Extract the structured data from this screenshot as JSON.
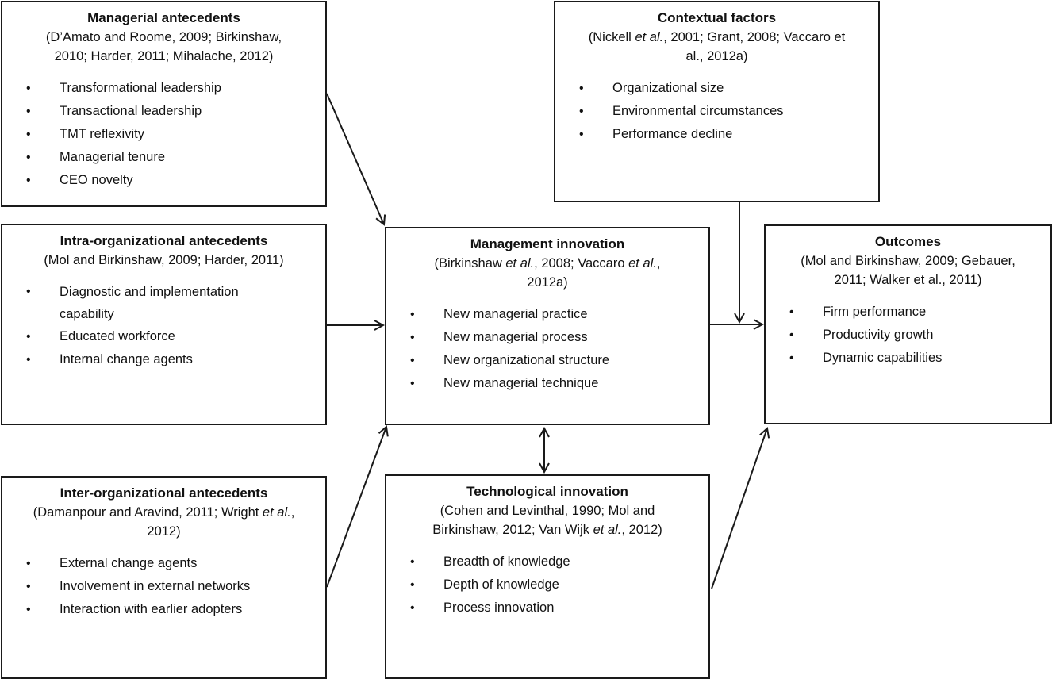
{
  "boxes": {
    "managerial": {
      "title": "Managerial antecedents",
      "cite": [
        "D’Amato and Roome, 2009; Birkinshaw,",
        "2010; Harder, 2011; Mihalache, 2012)"
      ],
      "cite_prefix": "(",
      "items": [
        "Transformational leadership",
        "Transactional leadership",
        "TMT reflexivity",
        "Managerial tenure",
        "CEO novelty"
      ]
    },
    "intra": {
      "title": "Intra-organizational antecedents",
      "cite": [
        "(Mol and Birkinshaw, 2009; Harder, 2011)"
      ],
      "items": [
        "Diagnostic and implementation capability",
        "Educated workforce",
        "Internal change agents"
      ]
    },
    "inter": {
      "title": "Inter-organizational antecedents",
      "cite_line1_pre": "(Damanpour and Aravind, 2011; Wright ",
      "cite_line1_em": "et al.",
      "cite_line1_post": ",",
      "cite_line2": "2012)",
      "items": [
        "External change agents",
        "Involvement in external networks",
        "Interaction with earlier adopters"
      ]
    },
    "management": {
      "title": "Management innovation",
      "cite_line1_pre": "(Birkinshaw ",
      "cite_line1_em1": "et al.",
      "cite_line1_mid": ", 2008; Vaccaro ",
      "cite_line1_em2": "et al.",
      "cite_line1_post": ",",
      "cite_line2": "2012a)",
      "items": [
        "New managerial practice",
        "New managerial process",
        "New organizational structure",
        "New managerial technique"
      ]
    },
    "contextual": {
      "title": "Contextual factors",
      "cite_line1_pre": "(Nickell ",
      "cite_line1_em": "et al.",
      "cite_line1_post": ", 2001; Grant, 2008; Vaccaro et",
      "cite_line2": "al., 2012a)",
      "items": [
        "Organizational size",
        "Environmental circumstances",
        "Performance decline"
      ]
    },
    "technological": {
      "title": "Technological innovation",
      "cite_line1": "(Cohen and Levinthal, 1990; Mol and",
      "cite_line2_pre": "Birkinshaw, 2012; Van Wijk ",
      "cite_line2_em": "et al.",
      "cite_line2_post": ", 2012)",
      "items": [
        "Breadth of knowledge",
        "Depth of knowledge",
        "Process innovation"
      ]
    },
    "outcomes": {
      "title": "Outcomes",
      "cite": [
        "(Mol and Birkinshaw, 2009; Gebauer,",
        "2011; Walker et al., 2011)"
      ],
      "items": [
        "Firm performance",
        "Productivity growth",
        "Dynamic capabilities"
      ]
    }
  }
}
